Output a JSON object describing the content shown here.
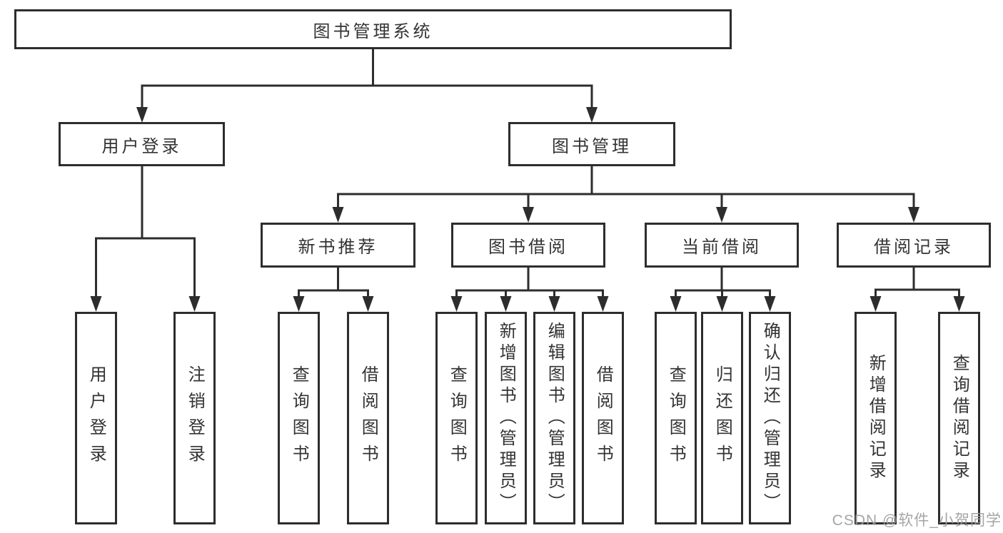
{
  "nodes": {
    "root": "图书管理系统",
    "level2": [
      "用户登录",
      "图书管理"
    ],
    "level3": [
      "新书推荐",
      "图书借阅",
      "当前借阅",
      "借阅记录"
    ],
    "level4": {
      "login": [
        "用户登录",
        "注销登录"
      ],
      "recommend": [
        "查询图书",
        "借阅图书"
      ],
      "borrow": [
        "查询图书",
        "新增图书（管理员）",
        "编辑图书（管理员）",
        "借阅图书"
      ],
      "current": [
        "查询图书",
        "归还图书",
        "确认归还（管理员）"
      ],
      "records": [
        "新增借阅记录",
        "查询借阅记录"
      ]
    }
  },
  "watermark": "CSDN @软件_小贺同学",
  "colors": {
    "line": "#2d2d2d",
    "text": "#333333",
    "watermark": "#9e9e9e",
    "background": "#ffffff"
  }
}
